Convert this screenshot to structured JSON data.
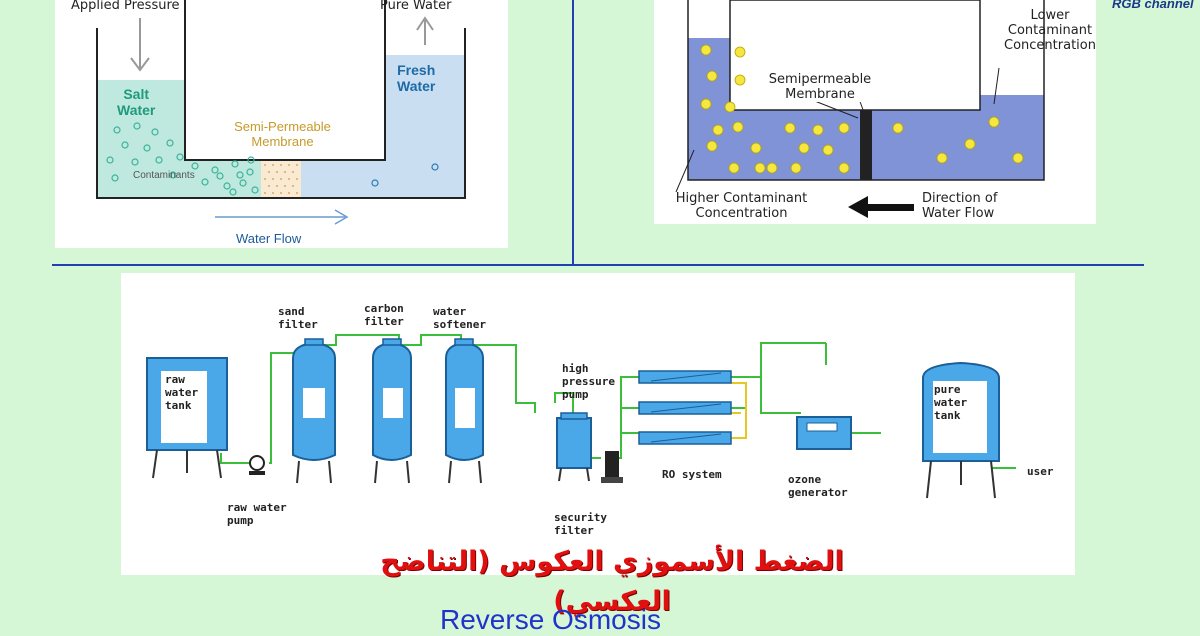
{
  "watermark": "RGB channel",
  "panel1": {
    "applied_pressure": "Applied Pressure",
    "pure_water": "Pure Water",
    "salt_water": "Salt\nWater",
    "fresh_water": "Fresh\nWater",
    "membrane": "Semi-Permeable\nMembrane",
    "contaminants": "Contaminants",
    "water_flow": "Water Flow"
  },
  "panel2": {
    "lower_conc": "Lower\nContaminant\nConcentration",
    "membrane": "Semipermeable\nMembrane",
    "higher_conc": "Higher Contaminant\nConcentration",
    "direction": "Direction of\nWater Flow"
  },
  "panel3": {
    "raw_water_tank": "raw\nwater\ntank",
    "sand_filter": "sand\nfilter",
    "carbon_filter": "carbon\nfilter",
    "water_softener": "water\nsoftener",
    "high_pressure_pump": "high\npressure\npump",
    "raw_water_pump": "raw water\npump",
    "security_filter": "security\nfilter",
    "ro_system": "RO system",
    "ozone_generator": "ozone\ngenerator",
    "pure_water_tank": "pure\nwater\ntank",
    "user": "user"
  },
  "title_arabic": "الضغط الأسموزي العكوس (التناضح العكسي)",
  "title_english": "Reverse Osmosis",
  "colors": {
    "background": "#d6f7d6",
    "divider": "#1f3fb5",
    "salt_water": "#bfe8df",
    "fresh_water": "#c9def0",
    "tank_blue": "#4aa8e8",
    "pipe_green": "#3bbf3b",
    "title_red": "#e01010",
    "title_blue": "#2233cc"
  }
}
